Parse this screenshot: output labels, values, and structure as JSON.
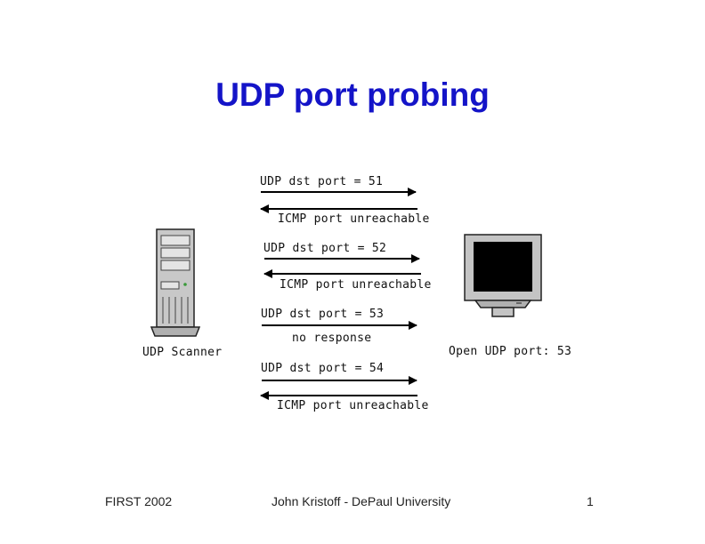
{
  "slide": {
    "title": "UDP port probing",
    "footer_left": "FIRST 2002",
    "footer_center": "John Kristoff - DePaul University",
    "page_number": "1"
  },
  "diagram": {
    "scanner_label": "UDP Scanner",
    "target_label": "Open UDP port: 53",
    "exchanges": [
      {
        "request": "UDP dst port = 51",
        "reply": "ICMP port unreachable"
      },
      {
        "request": "UDP dst port = 52",
        "reply": "ICMP port unreachable"
      },
      {
        "request": "UDP dst port = 53",
        "reply": "no response"
      },
      {
        "request": "UDP dst port = 54",
        "reply": "ICMP port unreachable"
      }
    ]
  },
  "colors": {
    "title": "#1414c8",
    "arrow": "#000000"
  }
}
